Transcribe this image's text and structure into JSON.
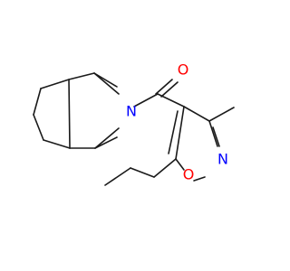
{
  "molecule": {
    "atoms": {
      "carbonyl_oxygen": {
        "symbol": "O",
        "color": "#ff0000"
      },
      "ring_nitrogen": {
        "symbol": "N",
        "color": "#0000ff"
      },
      "isoxazole_nitrogen": {
        "symbol": "N",
        "color": "#0000ff"
      },
      "isoxazole_oxygen": {
        "symbol": "O",
        "color": "#ff0000"
      }
    },
    "bond_color": "#1a1a1a",
    "background": "#ffffff"
  }
}
